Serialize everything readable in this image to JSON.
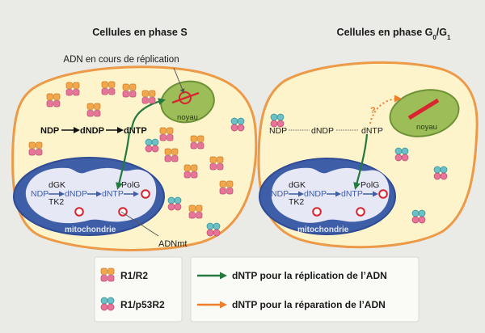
{
  "titles": {
    "left": "Cellules en phase S",
    "right_main": "Cellules en phase G",
    "right_sub1": "0",
    "right_sep": "/G",
    "right_sub2": "1"
  },
  "annotations": {
    "replication": "ADN en cours de réplication",
    "adnmt": "ADNmt",
    "question": "?"
  },
  "labels": {
    "noyau": "noyau",
    "mitochondrie": "mitochondrie",
    "ndp": "NDP",
    "dndp": "dNDP",
    "dntp": "dNTP",
    "dgk": "dGK",
    "tk2": "TK2",
    "polg": "PolG"
  },
  "legend": {
    "r1r2": "R1/R2",
    "r1p53r2": "R1/p53R2",
    "green": "dNTP pour la réplication de l’ADN",
    "orange": "dNTP pour la réparation de l’ADN"
  },
  "colors": {
    "background": "#eaeae6",
    "cell_fill": "#fdf4cc",
    "cell_stroke": "#ec9a47",
    "mito_fill": "#e6e8f6",
    "mito_stroke": "#3e5ea8",
    "mito_dark": "#2f4b94",
    "nucleus_fill": "#9cbd57",
    "nucleus_stroke": "#6d9236",
    "replication_arrow": "#247a3e",
    "repair_arrow": "#ee7d2c",
    "r1r2_top": "#f4a64a",
    "r1r2_bottom": "#e8749a",
    "p53r2_top": "#6cc0c8",
    "p53r2_bottom": "#e8749a",
    "dna_red": "#d8252f"
  }
}
